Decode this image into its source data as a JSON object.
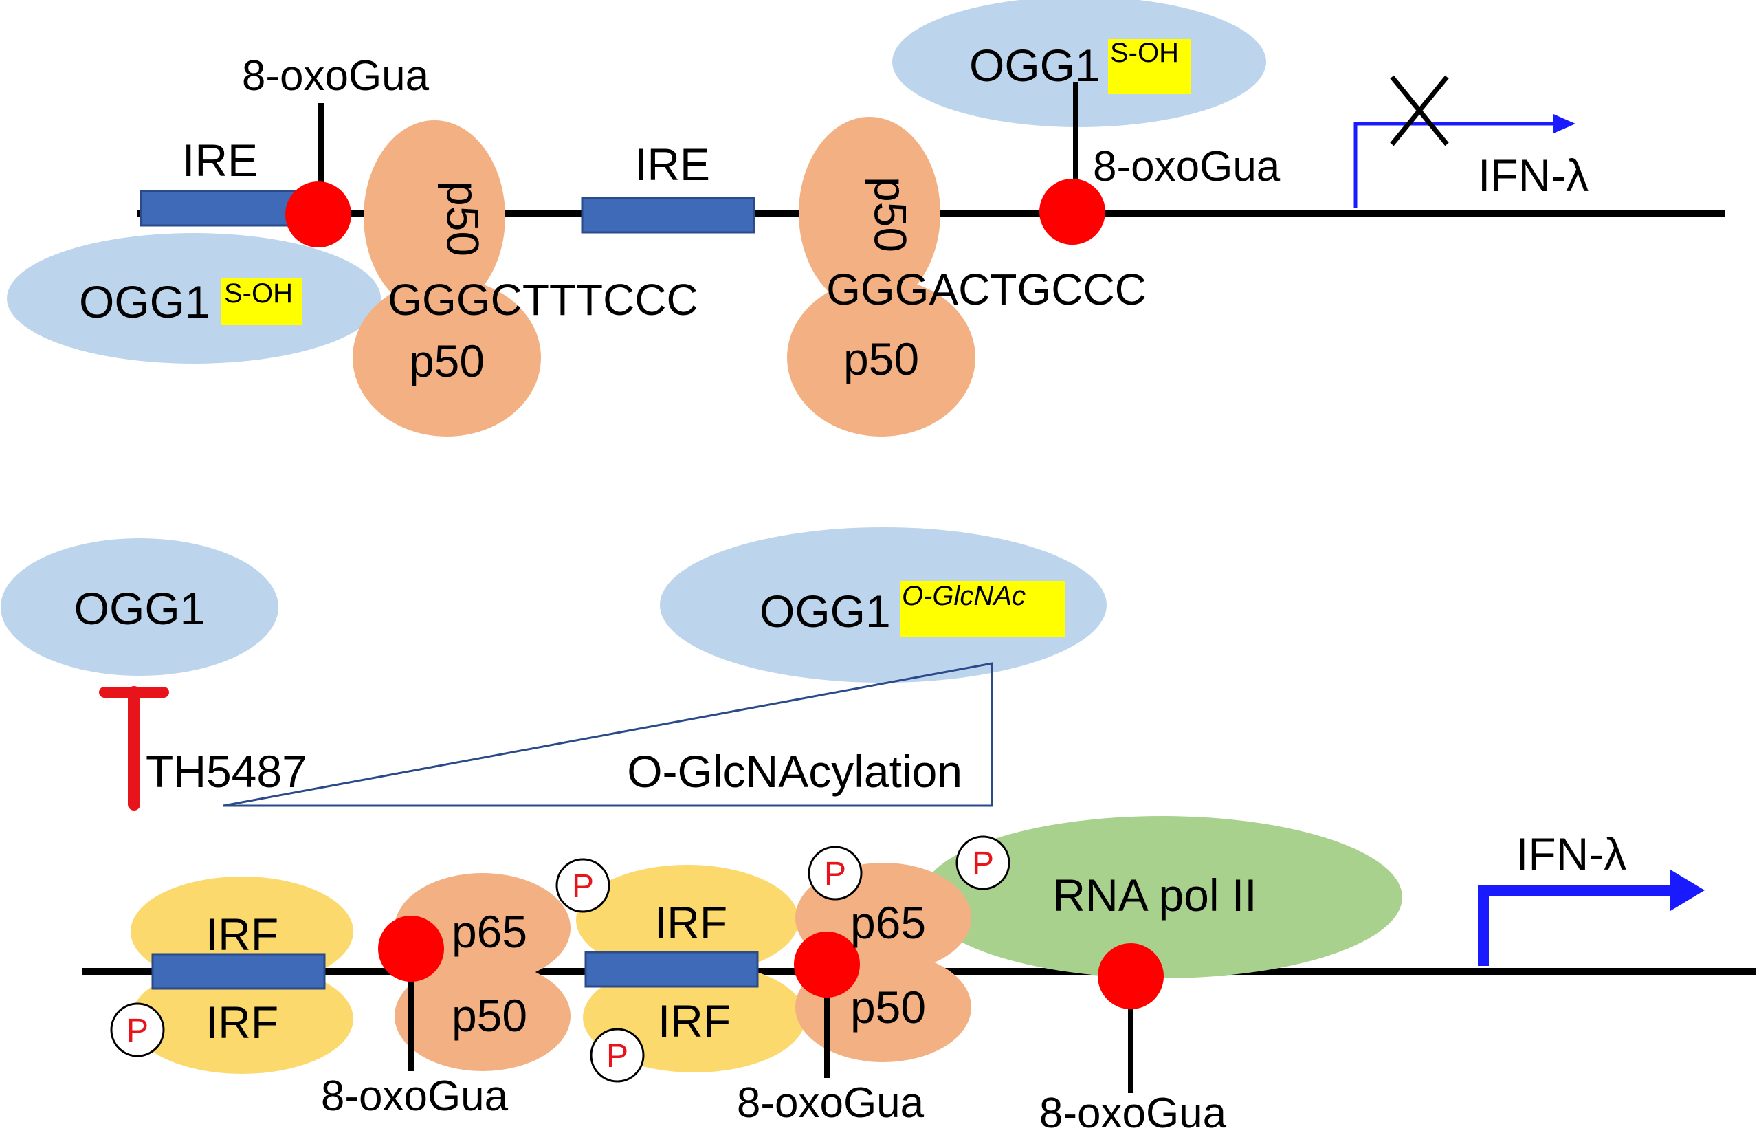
{
  "colors": {
    "dna": "#000000",
    "ire_box": "#3f6ab8",
    "ire_border": "#2a4a8a",
    "lesion": "#ff0000",
    "ogg1": "#bcd5ec",
    "nfkb": "#f3b083",
    "irf": "#fbd96c",
    "polii": "#a8d18d",
    "highlight": "#ffff00",
    "tss_arrow": "#1a1aff",
    "inhibitor": "#e8141b",
    "wedge": "#2a4a8a"
  },
  "top": {
    "lesion_label_1": "8-oxoGua",
    "lesion_label_2": "8-oxoGua",
    "ire_1": "IRE",
    "ire_2": "IRE",
    "ogg1_left": {
      "name": "OGG1",
      "mod": "S-OH"
    },
    "ogg1_right": {
      "name": "OGG1",
      "mod": "S-OH"
    },
    "p50_upper_1": "p50",
    "p50_lower_1": "p50",
    "p50_upper_2": "p50",
    "p50_lower_2": "p50",
    "seq_1": "GGGCTTTCCC",
    "seq_2": "GGGACTGCCC",
    "gene": "IFN-λ",
    "block_mark": "X",
    "icons": {
      "tss": "transcription-start-arrow-icon",
      "block": "blocked-x-icon"
    }
  },
  "bottom": {
    "ogg1_free": "OGG1",
    "ogg1_glc": {
      "name": "OGG1",
      "mod": "O-GlcNAc"
    },
    "inhibitor": "TH5487",
    "wedge_label": "O-GlcNAcylation",
    "irf_top_1": "IRF",
    "irf_bot_1": "IRF",
    "irf_top_2": "IRF",
    "irf_bot_2": "IRF",
    "p65_1": "p65",
    "p50_1": "p50",
    "p65_2": "p65",
    "p50_2": "p50",
    "polii": "RNA pol II",
    "phospho": "P",
    "lesion_label_1": "8-oxoGua",
    "lesion_label_2": "8-oxoGua",
    "lesion_label_3": "8-oxoGua",
    "gene": "IFN-λ",
    "icons": {
      "tss": "transcription-start-arrow-icon",
      "inhibit": "inhibition-t-bar-icon"
    }
  }
}
